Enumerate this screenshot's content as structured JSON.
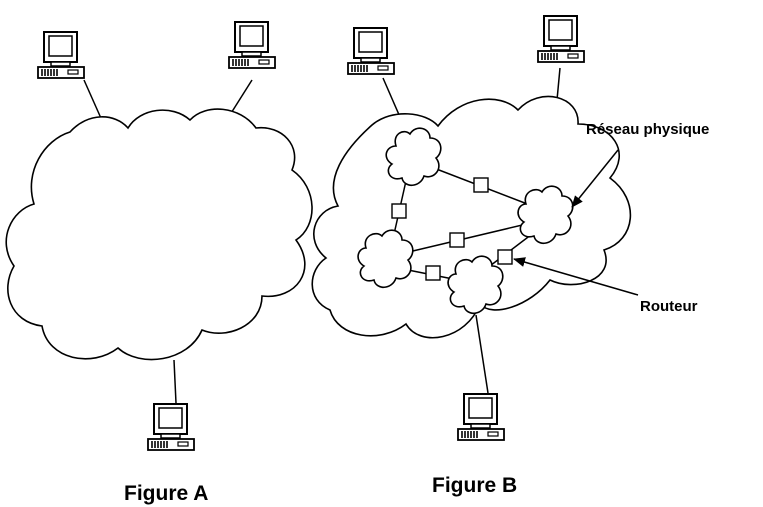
{
  "figure_a": {
    "caption": "Figure A"
  },
  "figure_b": {
    "caption": "Figure B",
    "annotations": {
      "physical_network": "Réseau physique",
      "router": "Routeur"
    }
  }
}
